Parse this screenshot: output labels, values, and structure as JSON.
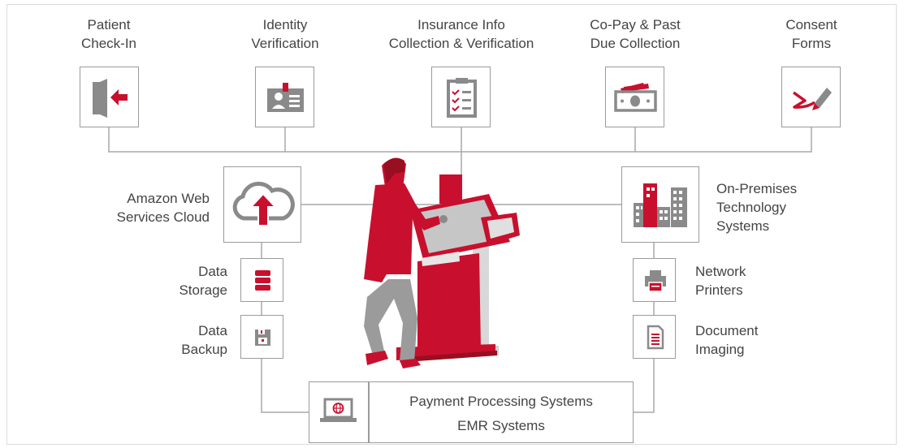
{
  "top_steps": [
    {
      "label": "Patient\nCheck-In",
      "icon": "door-arrow-icon"
    },
    {
      "label": "Identity\nVerification",
      "icon": "id-card-icon"
    },
    {
      "label": "Insurance Info\nCollection & Verification",
      "icon": "checklist-clipboard-icon"
    },
    {
      "label": "Co-Pay & Past\nDue Collection",
      "icon": "cash-icon"
    },
    {
      "label": "Consent\nForms",
      "icon": "signature-pen-icon"
    }
  ],
  "left_nodes": {
    "cloud": "Amazon Web\nServices Cloud",
    "storage": "Data\nStorage",
    "backup": "Data\nBackup"
  },
  "right_nodes": {
    "onprem": "On-Premises\nTechnology\nSystems",
    "printers": "Network\nPrinters",
    "imaging": "Document\nImaging"
  },
  "bottom": {
    "line1": "Payment Processing Systems",
    "line2": "EMR Systems"
  },
  "colors": {
    "accent": "#c8102e",
    "icon_gray": "#8a8a8a",
    "line": "#a9a9a9",
    "text": "#444444"
  }
}
